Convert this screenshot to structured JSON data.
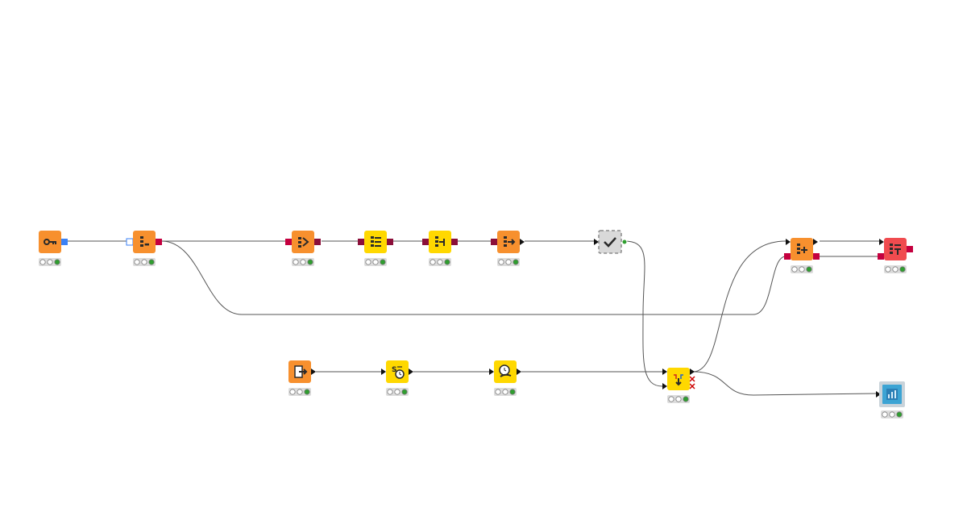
{
  "workflow": {
    "colors": {
      "source": "#f7902e",
      "manipulator": "#ffd800",
      "sink": "#f04b4f",
      "view": "#3ca4d4",
      "view_frame": "#c9d3da",
      "meta": "#d9d9d9",
      "table_port": "#111111",
      "db_port": "#8b0f3a",
      "db_conn_port": "#c4003f",
      "credential_port": "#3b82f6",
      "var_port": "#cc0000",
      "edge": "#555555",
      "status_on": "#2f9e2f"
    },
    "nodes": [
      {
        "id": "n1",
        "name": "credentials-node",
        "kind": "source",
        "icon": "key-icon",
        "status": "executed"
      },
      {
        "id": "n2",
        "name": "db-connector-node",
        "kind": "source",
        "icon": "db-connect-icon",
        "status": "executed"
      },
      {
        "id": "n3",
        "name": "db-table-selector-node",
        "kind": "source",
        "icon": "db-select-icon",
        "status": "executed"
      },
      {
        "id": "n4",
        "name": "db-row-filter-node",
        "kind": "manipulator",
        "icon": "db-filter-icon",
        "status": "executed"
      },
      {
        "id": "n5",
        "name": "db-column-filter-node",
        "kind": "manipulator",
        "icon": "db-column-icon",
        "status": "executed"
      },
      {
        "id": "n6",
        "name": "db-reader-node",
        "kind": "source",
        "icon": "db-read-icon",
        "status": "executed"
      },
      {
        "id": "n7",
        "name": "breakpoint-node",
        "kind": "meta",
        "icon": "checkmark-icon",
        "status": "none"
      },
      {
        "id": "n8",
        "name": "db-writer-node",
        "kind": "source",
        "icon": "db-write-icon",
        "status": "executed"
      },
      {
        "id": "n9",
        "name": "db-sql-executor-node",
        "kind": "sink",
        "icon": "db-sql-icon",
        "status": "executed"
      },
      {
        "id": "n10",
        "name": "table-creator-node",
        "kind": "source",
        "icon": "table-export-icon",
        "status": "executed"
      },
      {
        "id": "n11",
        "name": "string-to-datetime-node",
        "kind": "manipulator",
        "icon": "string-to-clock-icon",
        "status": "executed"
      },
      {
        "id": "n12",
        "name": "date-time-shift-node",
        "kind": "manipulator",
        "icon": "clock-hand-icon",
        "status": "executed"
      },
      {
        "id": "n13",
        "name": "joiner-node",
        "kind": "manipulator",
        "icon": "join-arrow-icon",
        "status": "executed"
      },
      {
        "id": "n14",
        "name": "data-explorer-node",
        "kind": "view",
        "icon": "bar-chart-icon",
        "status": "executed"
      }
    ],
    "edges": [
      {
        "from": "n1",
        "to": "n2",
        "type": "credential"
      },
      {
        "from": "n2",
        "to": "n3",
        "type": "db"
      },
      {
        "from": "n3",
        "to": "n4",
        "type": "db"
      },
      {
        "from": "n4",
        "to": "n5",
        "type": "db"
      },
      {
        "from": "n5",
        "to": "n6",
        "type": "db"
      },
      {
        "from": "n6",
        "to": "n7",
        "type": "table"
      },
      {
        "from": "n7",
        "to": "n13",
        "type": "table"
      },
      {
        "from": "n2",
        "to": "n8",
        "type": "db"
      },
      {
        "from": "n8",
        "to": "n9",
        "type": "db"
      },
      {
        "from": "n10",
        "to": "n11",
        "type": "table"
      },
      {
        "from": "n11",
        "to": "n12",
        "type": "table"
      },
      {
        "from": "n12",
        "to": "n13",
        "type": "table"
      },
      {
        "from": "n13",
        "to": "n8",
        "type": "table"
      },
      {
        "from": "n13",
        "to": "n14",
        "type": "table"
      }
    ]
  }
}
